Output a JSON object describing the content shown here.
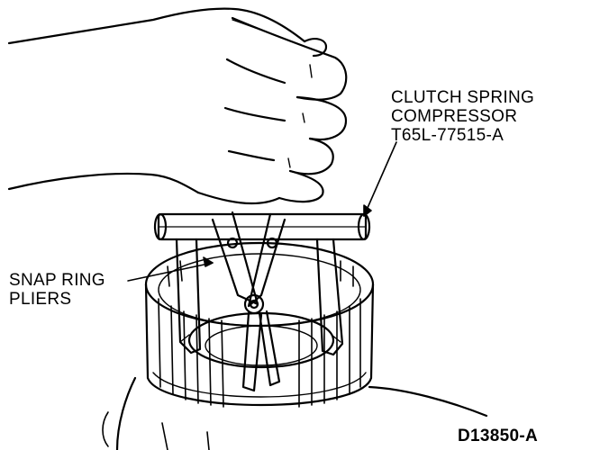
{
  "labels": {
    "compressor": {
      "lines": [
        "CLUTCH SPRING",
        "COMPRESSOR",
        "T65L-77515-A"
      ]
    },
    "pliers": {
      "lines": [
        "SNAP RING",
        "PLIERS"
      ]
    },
    "figure_code": "D13850-A"
  },
  "colors": {
    "ink": "#000000",
    "paper": "#ffffff"
  }
}
